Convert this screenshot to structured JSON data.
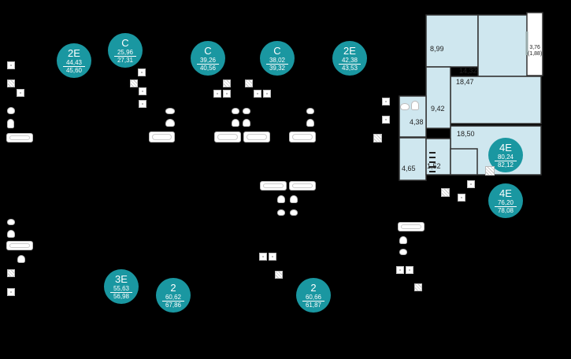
{
  "colors": {
    "background": "#000000",
    "badge": "#1a97a1",
    "highlight_room": "#cfe7ef",
    "walls": "#333333",
    "badge_text": "#ffffff"
  },
  "apartments": [
    {
      "type": "2Е",
      "area_a": "44,43",
      "area_b": "45,60"
    },
    {
      "type": "С",
      "area_a": "25,96",
      "area_b": "27,31"
    },
    {
      "type": "С",
      "area_a": "39,26",
      "area_b": "40,56"
    },
    {
      "type": "С",
      "area_a": "38,02",
      "area_b": "39,32"
    },
    {
      "type": "2Е",
      "area_a": "42,38",
      "area_b": "43,53"
    },
    {
      "type": "4Е",
      "area_a": "80,24",
      "area_b": "82,12"
    },
    {
      "type": "4Е",
      "area_a": "76,20",
      "area_b": "78,08"
    },
    {
      "type": "3Е",
      "area_a": "55,63",
      "area_b": "56,98"
    },
    {
      "type": "2",
      "area_a": "60,62",
      "area_b": "67,86"
    },
    {
      "type": "2",
      "area_a": "60,66",
      "area_b": "61,87"
    }
  ],
  "rooms": {
    "r1": "8,99",
    "r2": "3,76",
    "r2b": "(1,88)",
    "r3": "14,32",
    "r4": "18,47",
    "r5": "9,42",
    "r6": "4,38",
    "r7": "18,50",
    "r8": "4,65",
    "r9": "1,52"
  }
}
